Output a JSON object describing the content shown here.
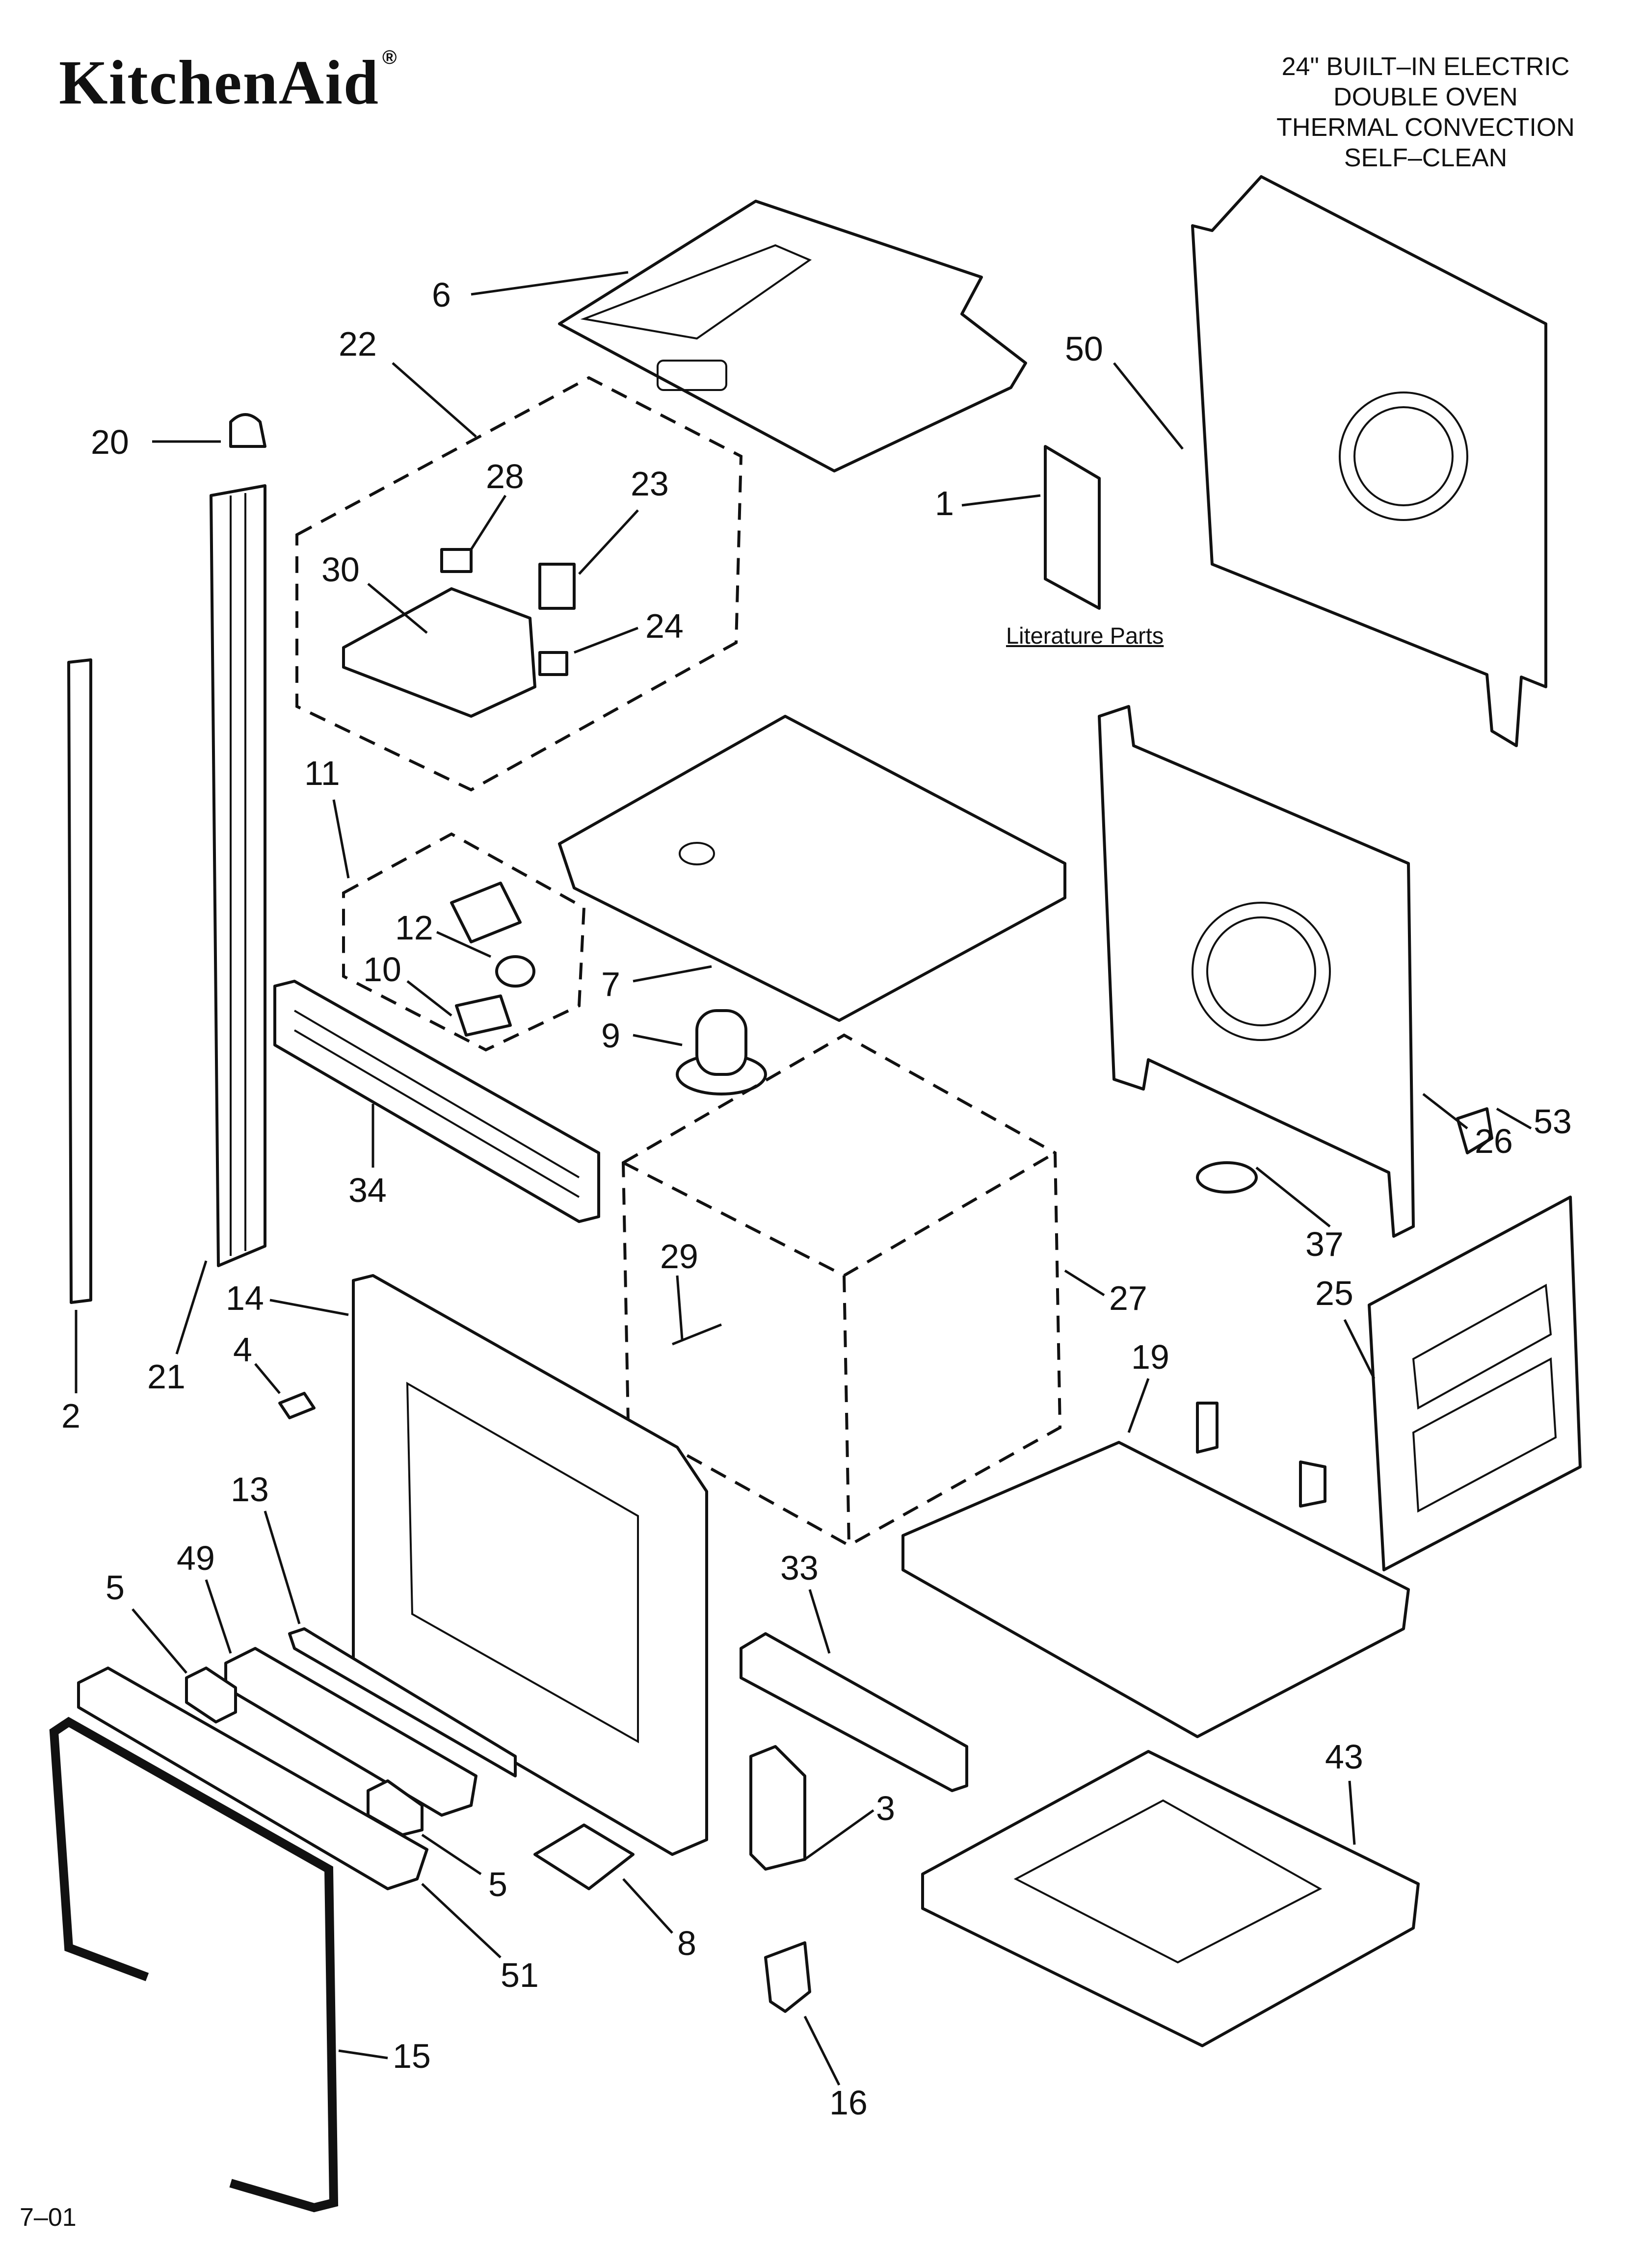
{
  "brand": {
    "name": "KitchenAid",
    "registered": "®"
  },
  "title_lines": [
    "24\" BUILT–IN ELECTRIC",
    "DOUBLE OVEN",
    "THERMAL CONVECTION",
    "SELF–CLEAN"
  ],
  "literature_label": "Literature Parts",
  "footer_code": "7–01",
  "callouts": {
    "c1": "1",
    "c2": "2",
    "c3": "3",
    "c4": "4",
    "c5a": "5",
    "c5b": "5",
    "c6": "6",
    "c7": "7",
    "c8": "8",
    "c9": "9",
    "c10": "10",
    "c11": "11",
    "c12": "12",
    "c13": "13",
    "c14": "14",
    "c15": "15",
    "c16": "16",
    "c19": "19",
    "c20": "20",
    "c21": "21",
    "c22": "22",
    "c23": "23",
    "c24": "24",
    "c25": "25",
    "c26": "26",
    "c27": "27",
    "c28": "28",
    "c29": "29",
    "c30": "30",
    "c33": "33",
    "c34": "34",
    "c37": "37",
    "c43": "43",
    "c49": "49",
    "c50": "50",
    "c51": "51",
    "c53": "53"
  }
}
